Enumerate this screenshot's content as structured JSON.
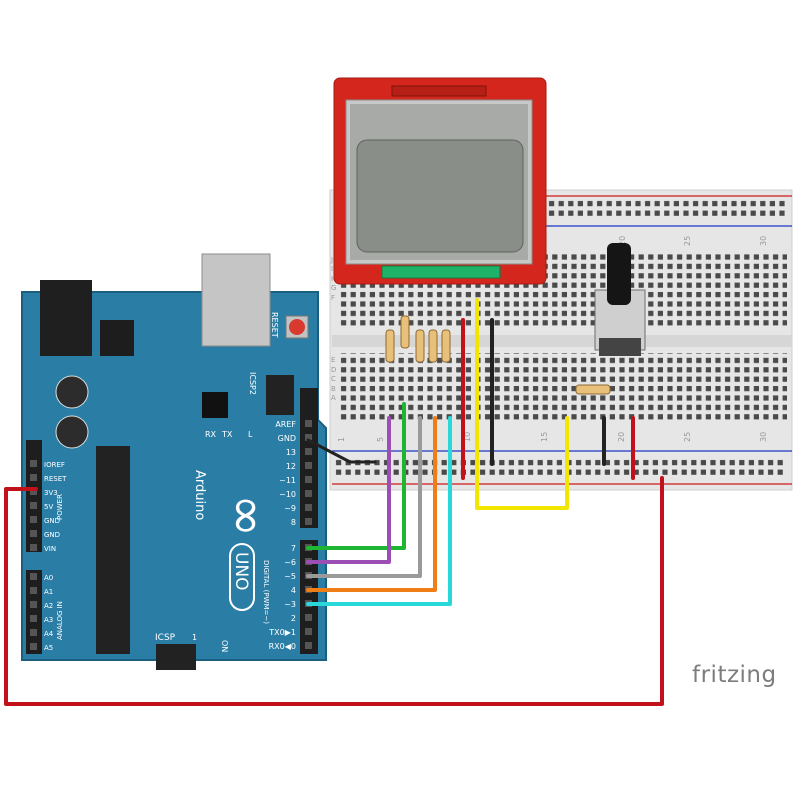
{
  "watermark": "fritzing",
  "board": {
    "brand": "Arduino",
    "model": "UNO",
    "logo_symbol": "∞",
    "reset_label": "RESET",
    "icsp2_label": "ICSP2",
    "icsp_label": "ICSP",
    "icsp_pin1": "1",
    "on_label": "ON",
    "tx_label": "TX",
    "rx_label": "RX",
    "l_label": "L",
    "digital_label": "DIGITAL (PWM=~)",
    "power_label": "POWER",
    "analog_label": "ANALOG IN",
    "top_header_pins": [
      "AREF",
      "GND",
      "13",
      "12",
      "~11",
      "~10",
      "~9",
      "8"
    ],
    "bottom_header_pins": [
      "7",
      "~6",
      "~5",
      "4",
      "~3",
      "2",
      "TX0▶1",
      "RX0◀0"
    ],
    "power_pins": [
      "IOREF",
      "RESET",
      "3V3",
      "5V",
      "GND",
      "GND",
      "VIN"
    ],
    "analog_pins": [
      "A0",
      "A1",
      "A2",
      "A3",
      "A4",
      "A5"
    ]
  },
  "breadboard": {
    "column_numbers_top": [
      "20",
      "25",
      "30"
    ],
    "column_numbers_bottom": [
      "1",
      "5",
      "10",
      "15",
      "20",
      "25",
      "30"
    ],
    "row_letters_upper": [
      "J",
      "I",
      "H",
      "G",
      "F"
    ],
    "row_letters_lower": [
      "E",
      "D",
      "C",
      "B",
      "A"
    ]
  },
  "colors": {
    "arduino_blue": "#2a7ea6",
    "lcd_red": "#d4261c",
    "wire_red": "#c1121b",
    "wire_black": "#222222",
    "wire_yellow": "#f2e600",
    "wire_green": "#1db531",
    "wire_purple": "#9b4fb5",
    "wire_gray": "#9a9a9a",
    "wire_orange": "#f07e16",
    "wire_cyan": "#29d9d9",
    "breadboard": "#e9e9e9",
    "rail_red": "#d23b3b",
    "rail_blue": "#3e52c8"
  },
  "icons": {
    "potentiometer": "potentiometer-icon",
    "resistor": "resistor-icon",
    "lcd": "nokia-lcd-icon",
    "usb": "usb-port-icon",
    "dc_jack": "dc-jack-icon"
  }
}
